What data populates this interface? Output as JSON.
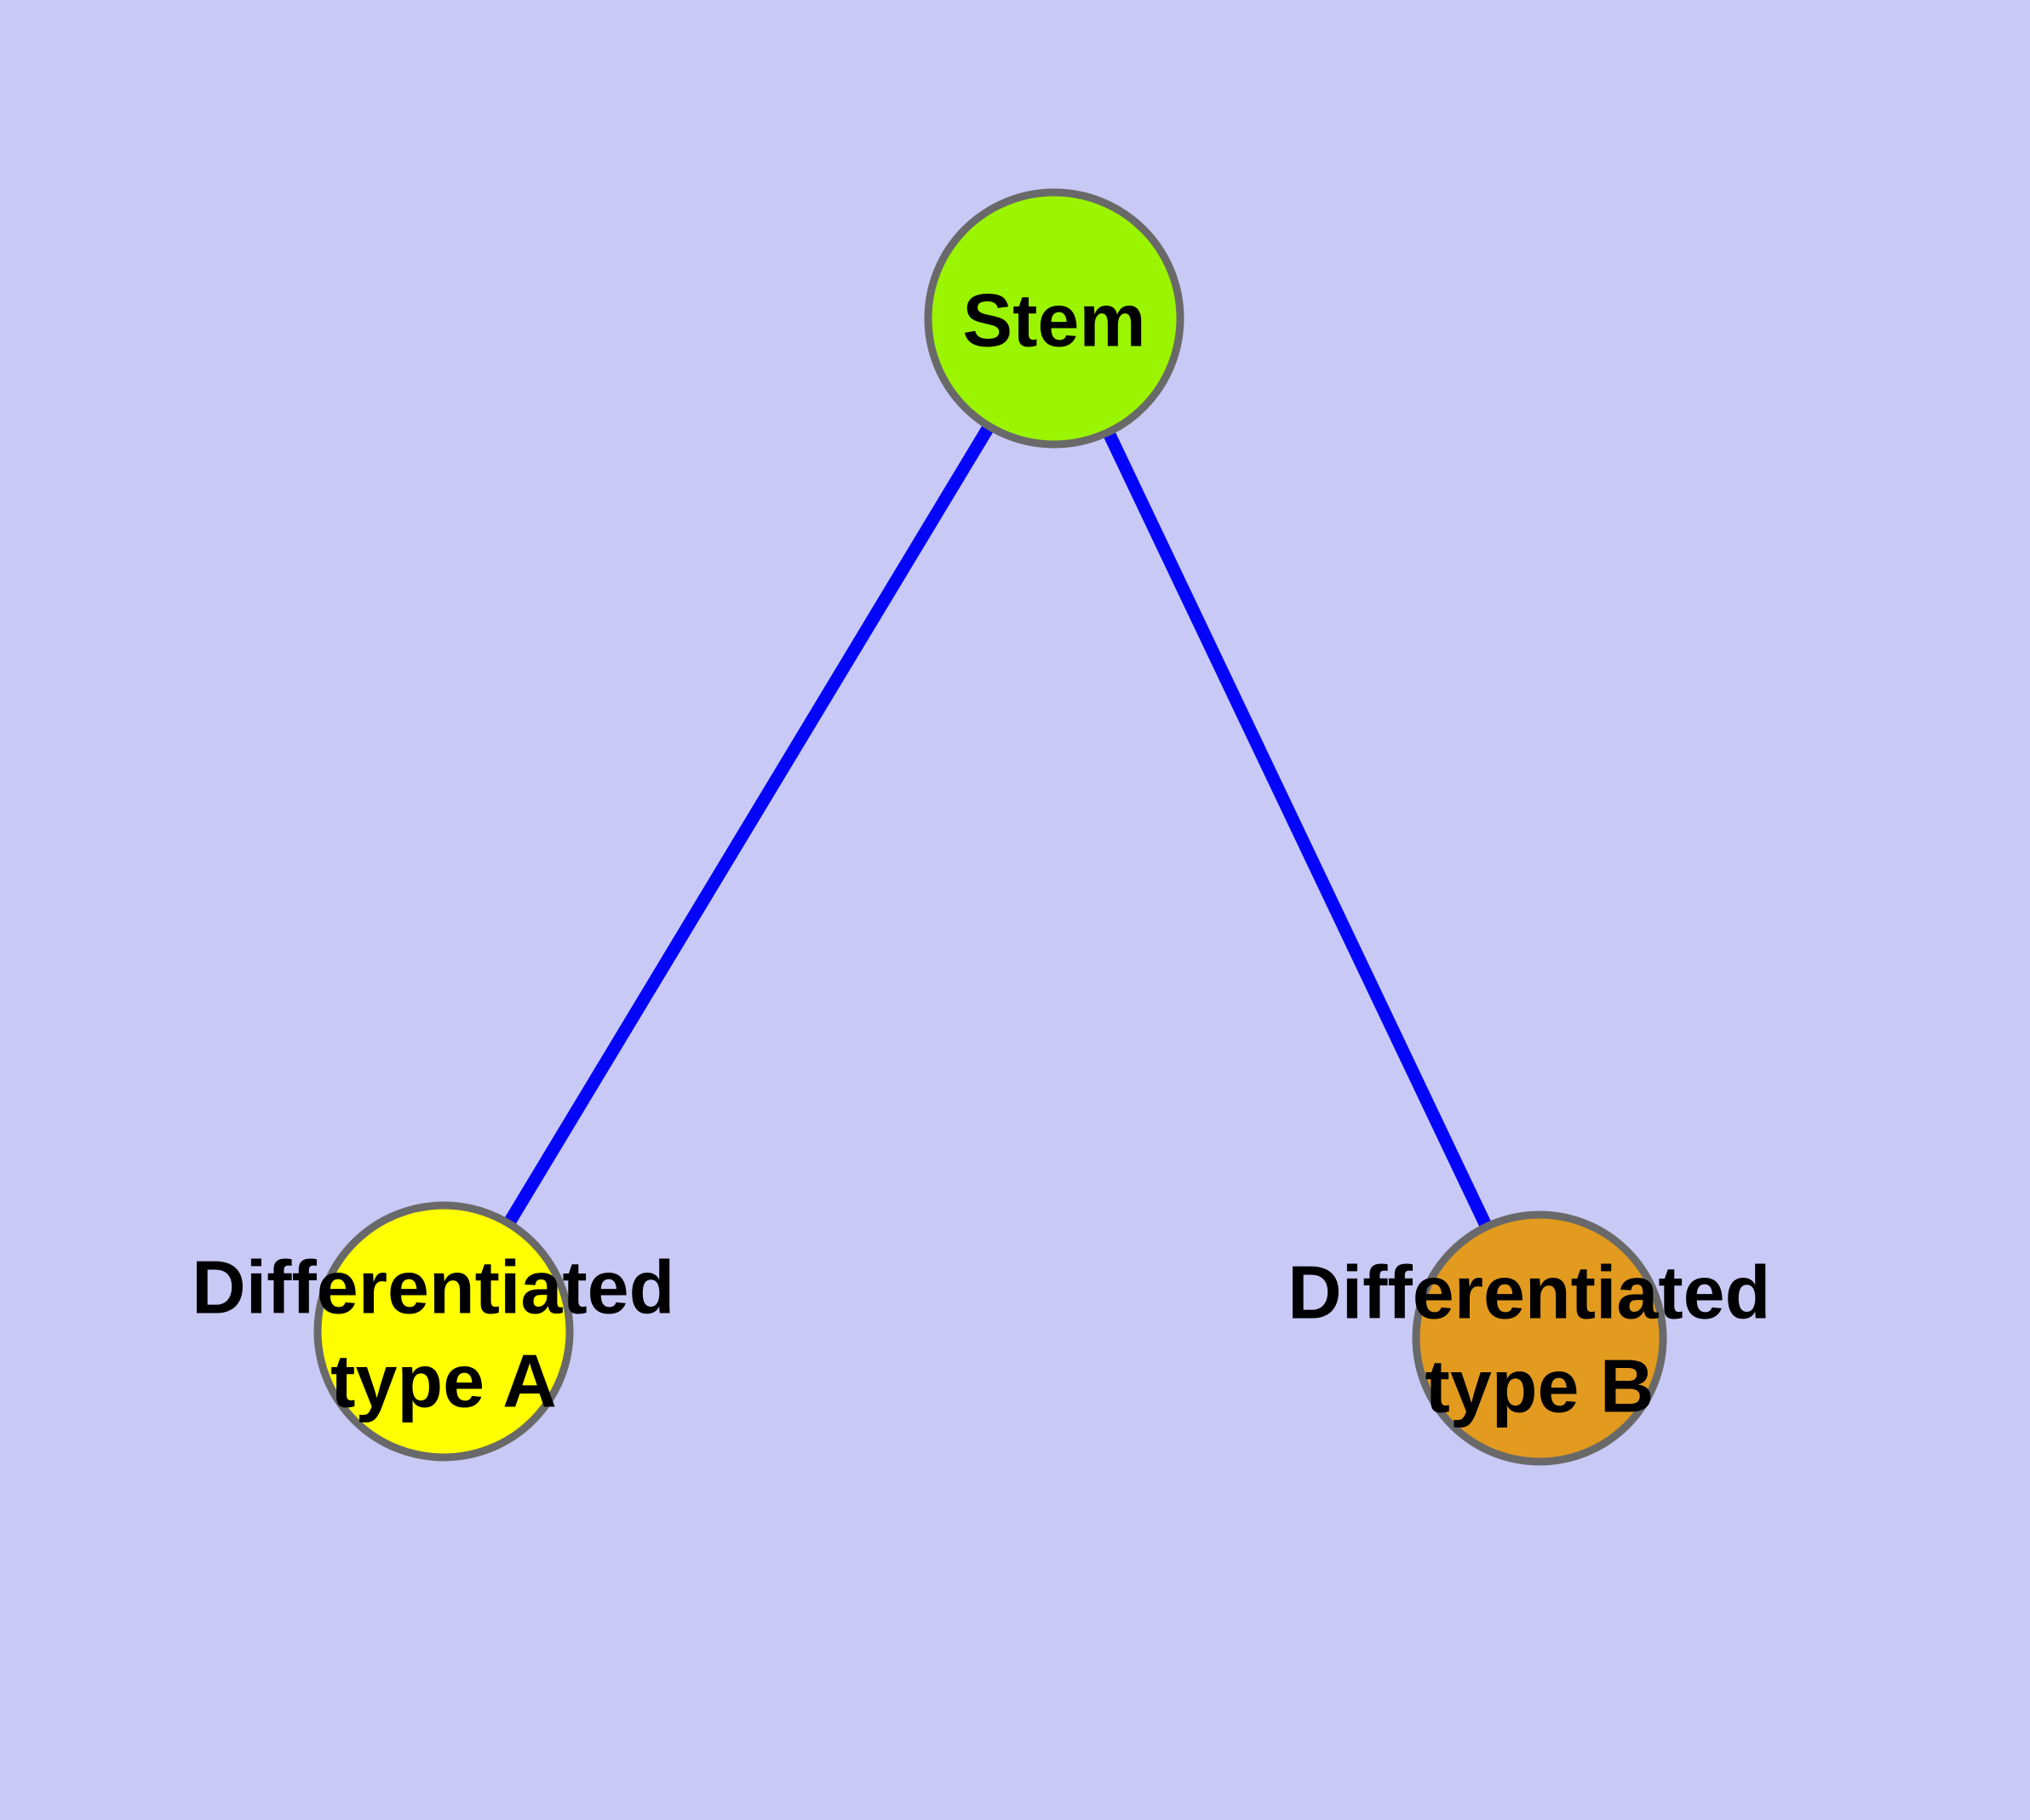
{
  "figure": {
    "type": "node-link-diagram",
    "background_color": "#C9C9F6",
    "edge_color": "#0404F8",
    "node_border_color": "#696969",
    "label_color": "#000000"
  },
  "nodes": [
    {
      "id": "stem",
      "label": "Stem",
      "label_line1": "Stem",
      "label_line2": "",
      "fill": "#9BF500"
    },
    {
      "id": "type-a",
      "label": "Differentiated type A",
      "label_line1": "Differentiated",
      "label_line2": "type A",
      "fill": "#FFFF00"
    },
    {
      "id": "type-b",
      "label": "Differentiated type B",
      "label_line1": "Differentiated",
      "label_line2": "type B",
      "fill": "#E29B1F"
    }
  ],
  "edges": [
    {
      "from": "stem",
      "to": "type-a"
    },
    {
      "from": "stem",
      "to": "type-b"
    }
  ]
}
